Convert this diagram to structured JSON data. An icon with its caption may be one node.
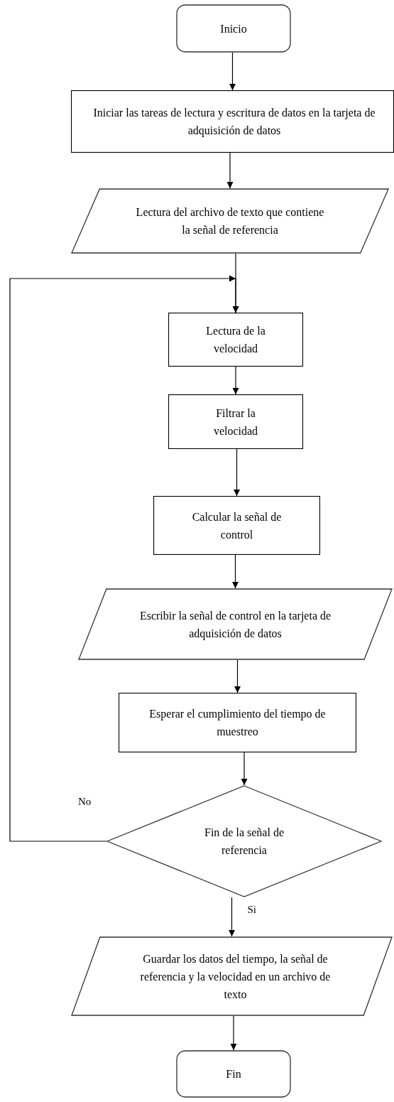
{
  "diagram": {
    "nodes": [
      {
        "text": [
          "Inicio"
        ]
      },
      {
        "text": [
          "Iniciar las tareas de lectura y escritura de datos en la tarjeta de adquisición de datos"
        ]
      },
      {
        "text": [
          "Lectura del archivo de texto que contiene la señal de referencia"
        ]
      },
      {
        "text": [
          "Lectura de la velocidad"
        ]
      },
      {
        "text": [
          "Filtrar la velocidad"
        ]
      },
      {
        "text": [
          "Calcular la señal de control"
        ]
      },
      {
        "text": [
          "Escribir la señal de control en la tarjeta de adquisición de datos"
        ]
      },
      {
        "text": [
          "Esperar el cumplimiento del tiempo de muestreo"
        ]
      },
      {
        "text": [
          "Fin de la señal de referencia"
        ]
      },
      {
        "text": [
          "Guardar los datos del tiempo, la señal de referencia y la velocidad en un archivo de texto"
        ]
      },
      {
        "text": [
          "Fin"
        ]
      }
    ],
    "edges": [
      {
        "from": 0,
        "to": 1,
        "arrow": "to"
      },
      {
        "from": 1,
        "to": 2,
        "arrow": "to"
      },
      {
        "from": 2,
        "to": 3,
        "arrow": "to"
      },
      {
        "from": 3,
        "to": 4,
        "arrow": "to"
      },
      {
        "from": 4,
        "to": 5,
        "arrow": "to"
      },
      {
        "from": 5,
        "to": 6,
        "arrow": "to"
      },
      {
        "from": 6,
        "to": 7,
        "arrow": "to"
      },
      {
        "from": 7,
        "to": 8,
        "arrow": "to"
      },
      {
        "from": 8,
        "to": 9,
        "arrow": "to",
        "label": "Si"
      },
      {
        "from": 9,
        "to": 10,
        "arrow": "to"
      },
      {
        "from": 8,
        "to": 3,
        "arrow": "to",
        "label": "No"
      }
    ]
  }
}
